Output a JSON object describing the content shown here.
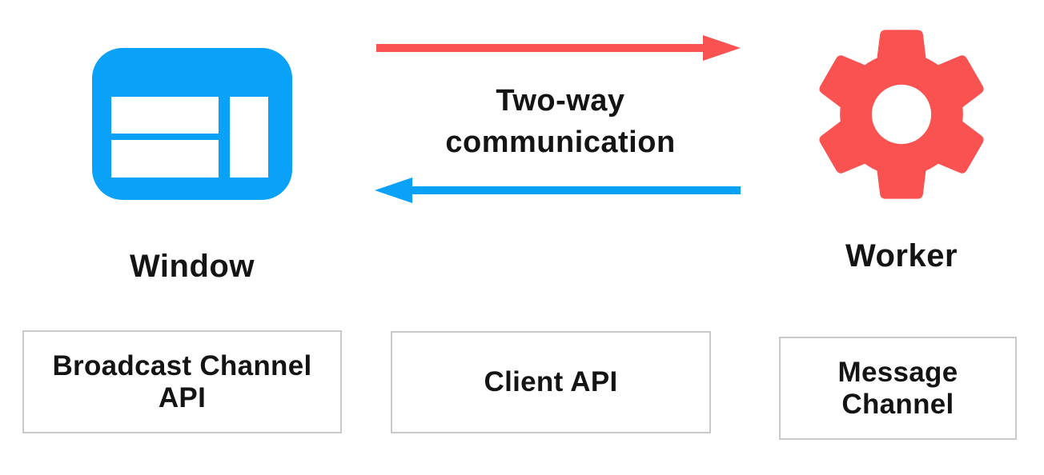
{
  "colors": {
    "blue": "#0AA1F8",
    "red": "#FA5151",
    "box_border": "#C9C9C9",
    "text": "#141414",
    "background": "#FFFFFF"
  },
  "nodes": {
    "window": {
      "label": "Window",
      "icon": "browser-window-icon",
      "color": "#0AA1F8"
    },
    "worker": {
      "label": "Worker",
      "icon": "gear-icon",
      "color": "#FA5151"
    }
  },
  "communication": {
    "label": "Two-way communication",
    "lines": [
      "Two-way",
      "communication"
    ],
    "arrows": [
      {
        "name": "window-to-worker-arrow",
        "direction": "right",
        "color": "#FA5151"
      },
      {
        "name": "worker-to-window-arrow",
        "direction": "left",
        "color": "#0AA1F8"
      }
    ]
  },
  "boxes": [
    {
      "label": "Broadcast Channel API",
      "lines": [
        "Broadcast Channel",
        "API"
      ]
    },
    {
      "label": "Client API",
      "lines": [
        "Client API"
      ]
    },
    {
      "label": "Message Channel",
      "lines": [
        "Message",
        "Channel"
      ]
    }
  ]
}
